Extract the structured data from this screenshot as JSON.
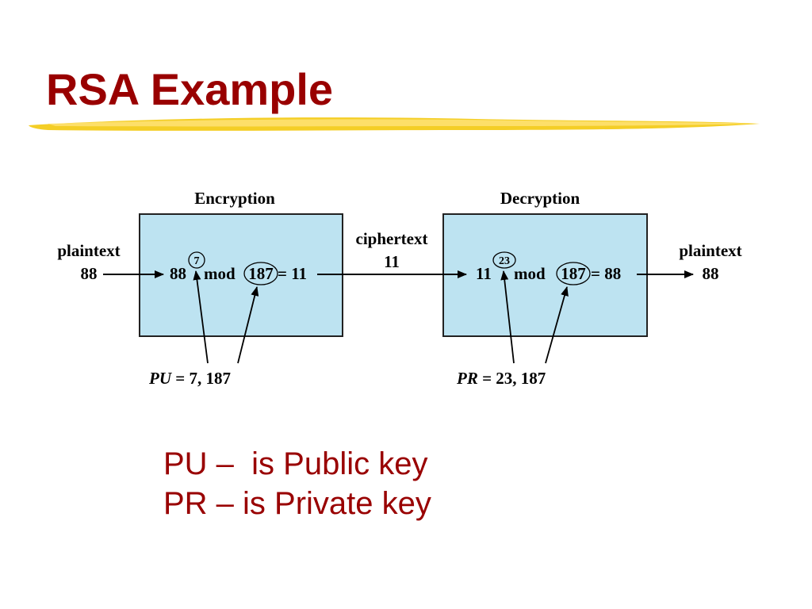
{
  "slide": {
    "title": "RSA Example"
  },
  "diagram": {
    "encryption_label": "Encryption",
    "decryption_label": "Decryption",
    "plaintext_in_label": "plaintext",
    "plaintext_in_value": "88",
    "ciphertext_label": "ciphertext",
    "ciphertext_value": "11",
    "plaintext_out_label": "plaintext",
    "plaintext_out_value": "88",
    "enc_base": "88",
    "enc_exponent": "7",
    "enc_mod": "mod",
    "enc_modulus": "187",
    "enc_result": "= 11",
    "dec_base": "11",
    "dec_exponent": "23",
    "dec_mod": "mod",
    "dec_modulus": "187",
    "dec_result": "= 88",
    "pu_key_name": "PU",
    "pu_key_value": " = 7, 187",
    "pr_key_name": "PR",
    "pr_key_value": " = 23, 187"
  },
  "notes": {
    "line1": "PU –  is Public key",
    "line2": "PR – is Private key"
  },
  "colors": {
    "title": "#990000",
    "box_fill": "#bde3f1",
    "box_stroke": "#222222",
    "underline": "#f2c500",
    "notes_text": "#990000"
  }
}
